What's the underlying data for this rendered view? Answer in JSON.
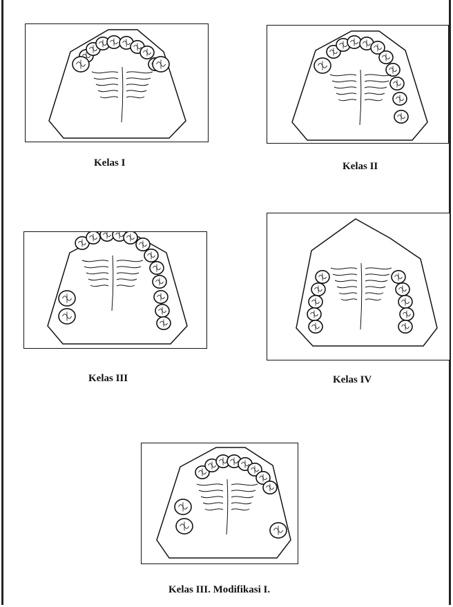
{
  "figures": [
    {
      "id": "kelas-1",
      "caption": "Kelas I"
    },
    {
      "id": "kelas-2",
      "caption": "Kelas II"
    },
    {
      "id": "kelas-3",
      "caption": "Kelas III"
    },
    {
      "id": "kelas-4",
      "caption": "Kelas IV"
    },
    {
      "id": "kelas-3-mod-1",
      "caption": "Kelas III. Modifikasi I."
    }
  ],
  "colors": {
    "ink": "#111111",
    "paper": "#ffffff",
    "bleed": "#d6d6d6"
  }
}
